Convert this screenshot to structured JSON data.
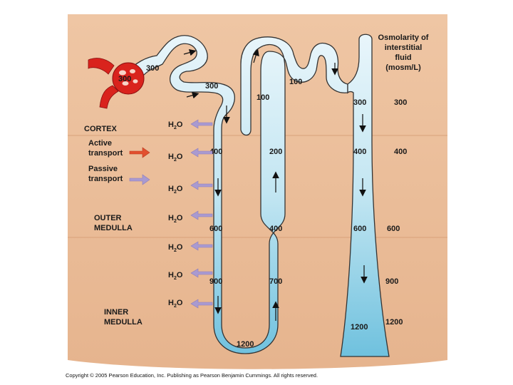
{
  "header": {
    "osmolarity_line1": "Osmolarity of",
    "osmolarity_line2": "interstitial",
    "osmolarity_line3": "fluid",
    "osmolarity_line4": "(mosm/L)"
  },
  "zones": {
    "cortex": "CORTEX",
    "outer_line1": "OUTER",
    "outer_line2": "MEDULLA",
    "inner_line1": "INNER",
    "inner_line2": "MEDULLA"
  },
  "legend": {
    "active_line1": "Active",
    "active_line2": "transport",
    "passive_line1": "Passive",
    "passive_line2": "transport",
    "active_color": "#e2502f",
    "passive_color": "#a99ad0"
  },
  "water": {
    "label": "H",
    "sub": "2",
    "tail": "O"
  },
  "interstitial_values": [
    "300",
    "400",
    "600",
    "900",
    "1200"
  ],
  "tubule_values": {
    "glomerulus": "300",
    "proximal": "300",
    "proximal_end": "300",
    "descending_cortex_top": "100",
    "loop_top": "100",
    "collecting_top": "300",
    "descending": [
      "400",
      "600",
      "900"
    ],
    "loop_bottom": "1200",
    "ascending": [
      "200",
      "400",
      "700"
    ],
    "collecting": [
      "400",
      "600",
      "1200"
    ]
  },
  "colors": {
    "interstitium": "#ebbf9a",
    "tubule_top": "#e6f5fb",
    "tubule_bottom": "#7dc8e2",
    "tubule_outline": "#333333",
    "vessel": "#d9231d"
  },
  "footer": {
    "copyright": "Copyright © 2005 Pearson Education, Inc. Publishing as Pearson Benjamin Cummings. All rights reserved."
  }
}
